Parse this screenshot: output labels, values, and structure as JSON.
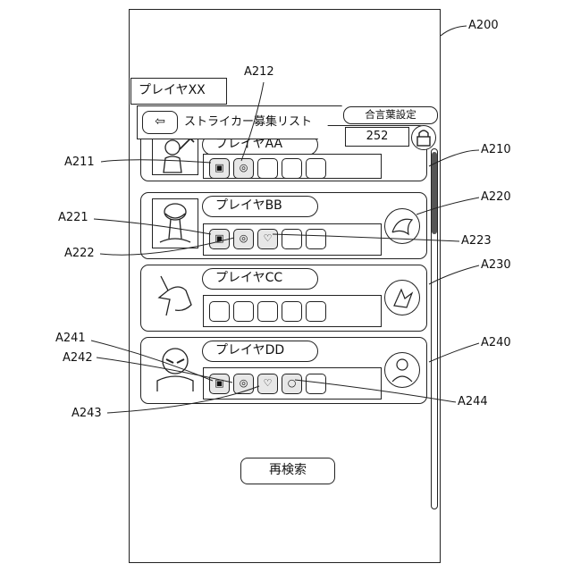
{
  "screen": {
    "player_name": "プレイヤXX",
    "header": {
      "back_symbol": "⇦",
      "title": "ストライカー募集リスト"
    },
    "password": {
      "button_label": "合言葉設定",
      "value": "252",
      "lock_icon": "lock-icon"
    },
    "research_button": "再検索"
  },
  "cards": [
    {
      "name": "プレイヤAA",
      "avatar_icon": "character-with-hammer-icon",
      "slots": [
        "▣",
        "◎",
        "",
        "",
        ""
      ]
    },
    {
      "name": "プレイヤBB",
      "avatar_icon": "long-neck-monster-icon",
      "slots": [
        "▣",
        "◎",
        "♡",
        "",
        ""
      ],
      "emblem_icon": "creature-emblem-icon"
    },
    {
      "name": "プレイヤCC",
      "avatar_icon": "bird-monster-icon",
      "slots": [
        "",
        "",
        "",
        "",
        ""
      ],
      "emblem_icon": "bird-emblem-icon"
    },
    {
      "name": "プレイヤDD",
      "avatar_icon": "masked-character-icon",
      "slots": [
        "▣",
        "◎",
        "♡",
        "○",
        ""
      ],
      "emblem_icon": "person-emblem-icon"
    }
  ],
  "reference_labels": [
    "A200",
    "A210",
    "A211",
    "A212",
    "A220",
    "A221",
    "A222",
    "A223",
    "A230",
    "A240",
    "A241",
    "A242",
    "A243",
    "A244"
  ]
}
